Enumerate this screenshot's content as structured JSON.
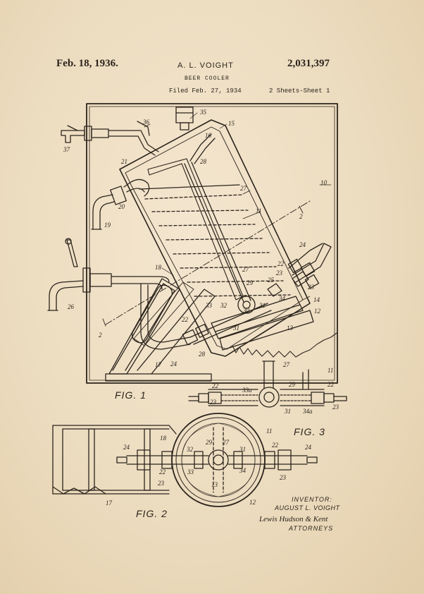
{
  "header": {
    "date": "Feb. 18, 1936.",
    "inventor_name": "A. L. VOIGHT",
    "patent_number": "2,031,397",
    "title": "BEER COOLER",
    "filed": "Filed Feb. 27, 1934",
    "sheets": "2 Sheets-Sheet 1"
  },
  "figures": {
    "fig1": "FIG. 1",
    "fig2": "FIG. 2",
    "fig3": "FIG. 3"
  },
  "signature": {
    "label": "INVENTOR:",
    "inventor": "AUGUST L. VOIGHT",
    "firm": "Lewis Hudson & Kent",
    "role": "ATTORNEYS"
  },
  "reference_numerals": [
    "10",
    "11",
    "12",
    "13",
    "14",
    "15",
    "16",
    "17",
    "18",
    "19",
    "20",
    "21",
    "22",
    "23",
    "24",
    "25",
    "26",
    "27",
    "28",
    "29",
    "30",
    "31",
    "32",
    "33",
    "34",
    "35",
    "36",
    "37"
  ],
  "colors": {
    "ink": "#2b241c",
    "paper": "#efe1c8"
  }
}
